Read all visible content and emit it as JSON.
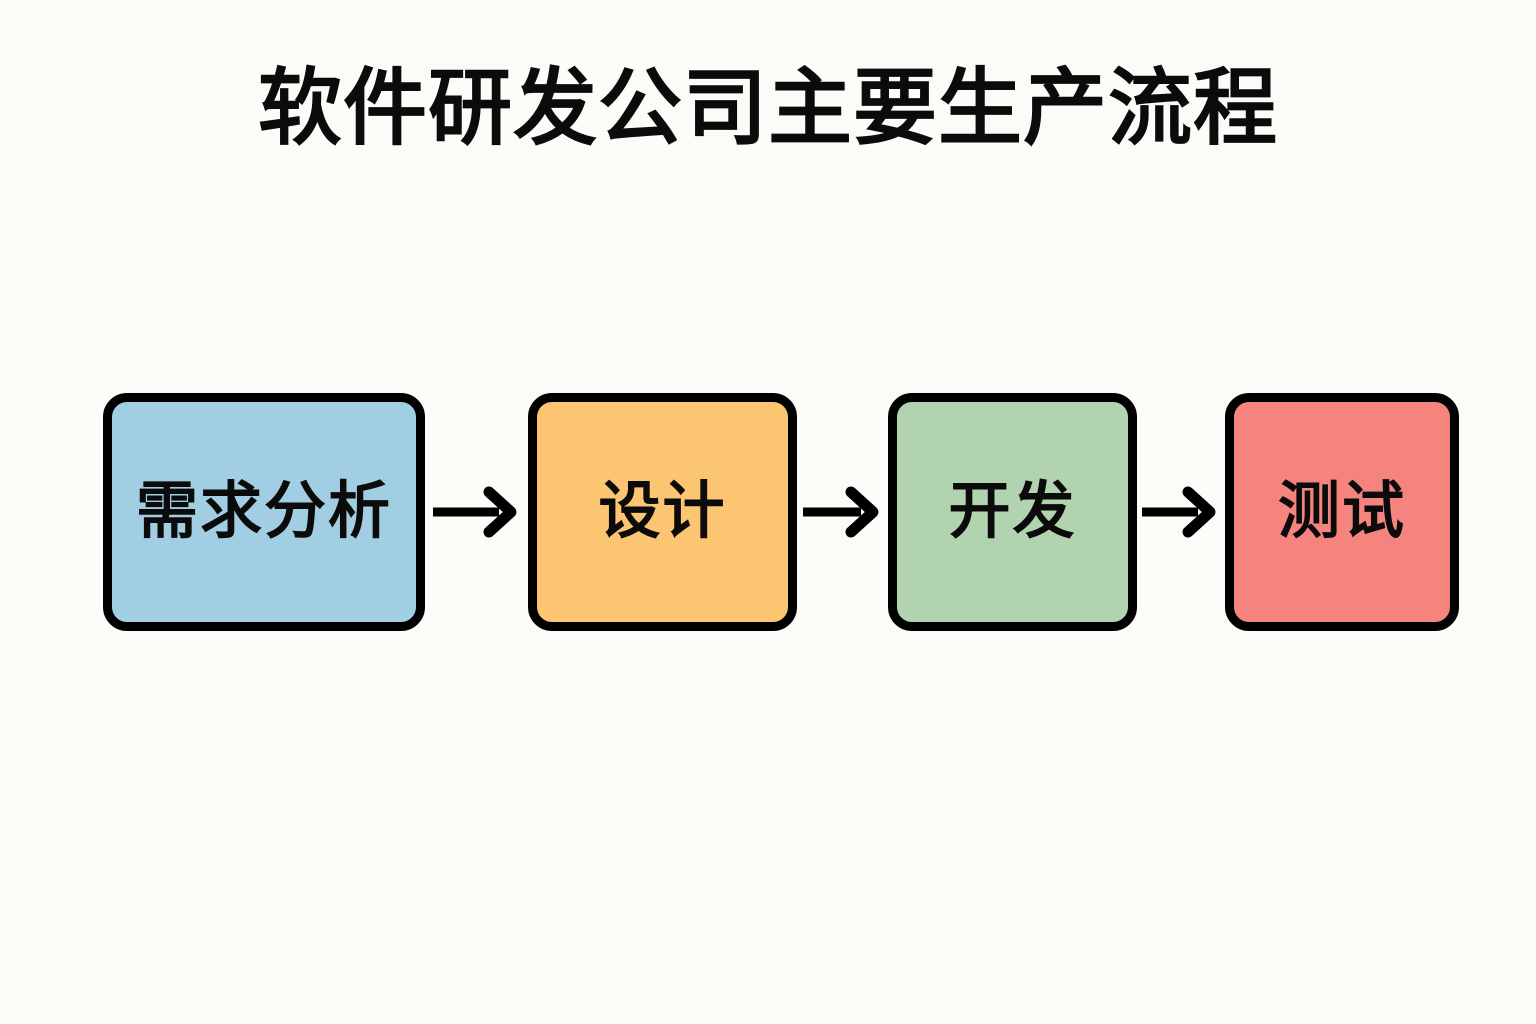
{
  "page": {
    "background_color": "#fdfbf7",
    "title": "软件研发公司主要生产流程",
    "title_color": "#0b0b0b"
  },
  "diagram": {
    "type": "flowchart",
    "orientation": "horizontal",
    "border_color": "#000000",
    "nodes": [
      {
        "id": "requirements",
        "label": "需求分析",
        "fill": "#a2cee3"
      },
      {
        "id": "design",
        "label": "设计",
        "fill": "#fbc571"
      },
      {
        "id": "development",
        "label": "开发",
        "fill": "#b2d3b0"
      },
      {
        "id": "testing",
        "label": "测试",
        "fill": "#f4847d"
      }
    ],
    "connectors": [
      {
        "id": "arrow-1",
        "from": "requirements",
        "to": "design",
        "icon": "arrow-right-icon"
      },
      {
        "id": "arrow-2",
        "from": "design",
        "to": "development",
        "icon": "arrow-right-icon"
      },
      {
        "id": "arrow-3",
        "from": "development",
        "to": "testing",
        "icon": "arrow-right-icon"
      }
    ]
  }
}
